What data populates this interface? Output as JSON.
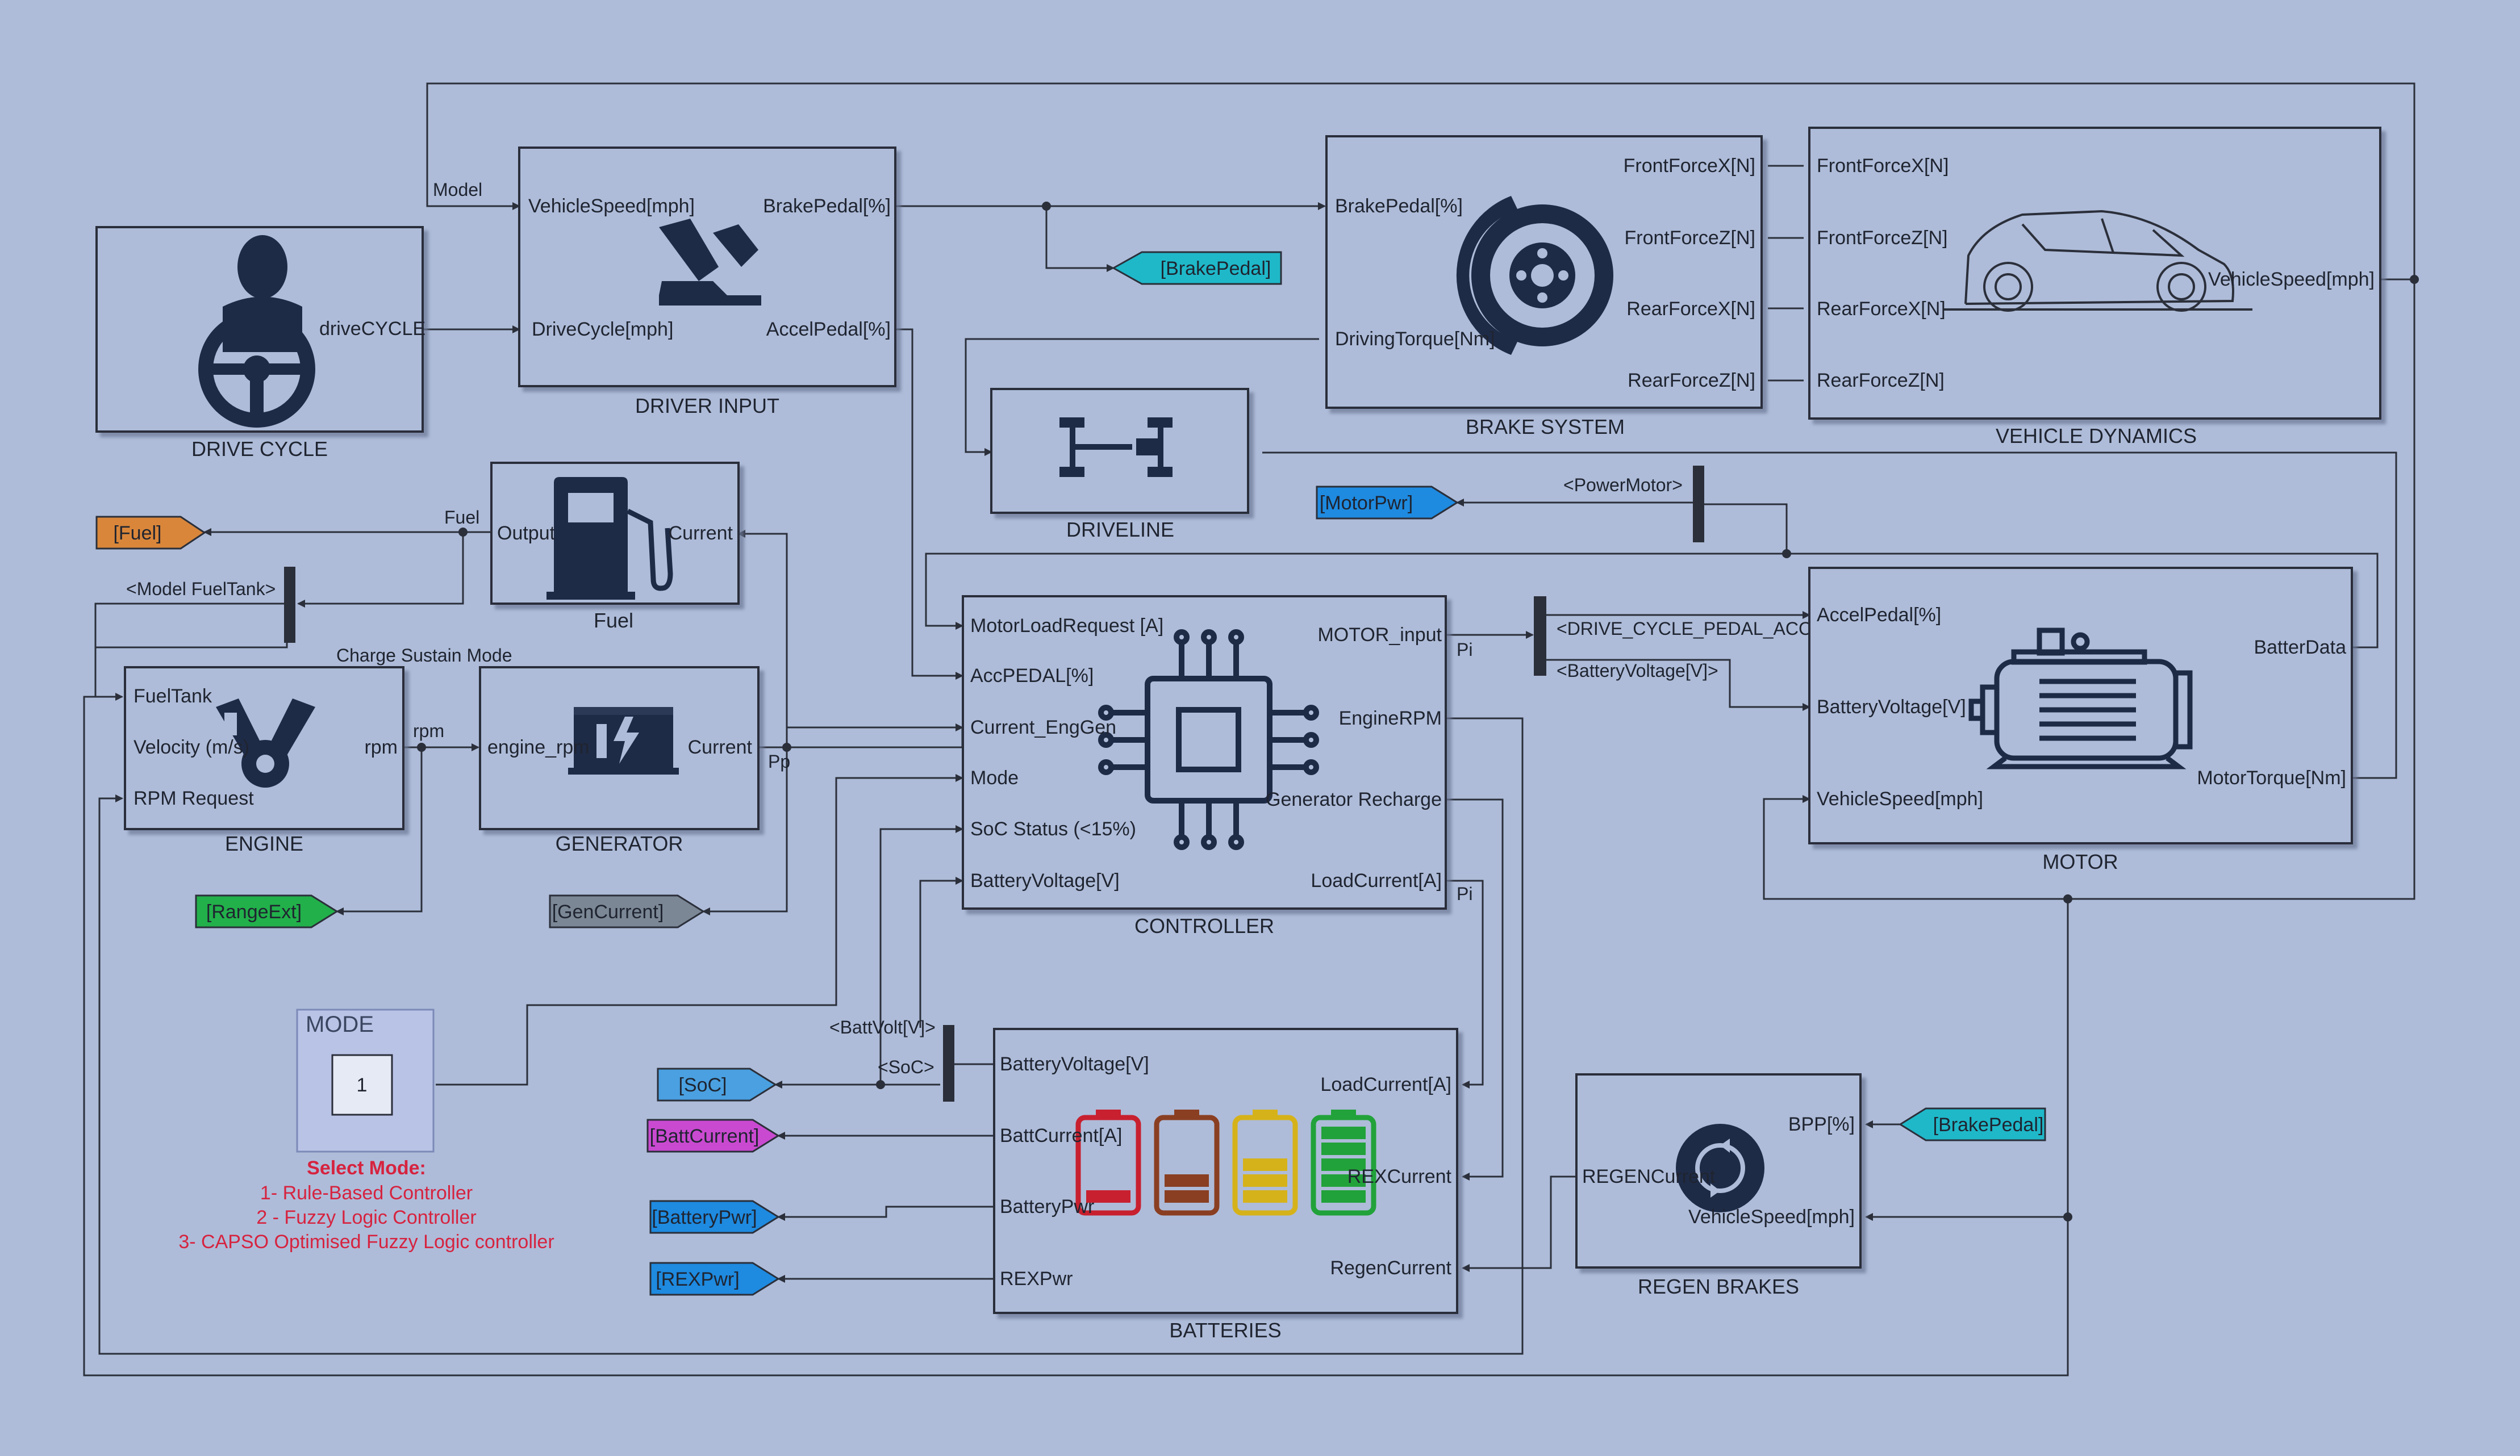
{
  "blocks": {
    "drive_cycle": {
      "name": "DRIVE CYCLE",
      "out": "driveCYCLE"
    },
    "driver_input": {
      "name": "DRIVER INPUT",
      "in1": "VehicleSpeed[mph]",
      "in2": "DriveCycle[mph]",
      "out1": "BrakePedal[%]",
      "out2": "AccelPedal[%]"
    },
    "brake_system": {
      "name": "BRAKE SYSTEM",
      "in1": "BrakePedal[%]",
      "in2": "DrivingTorque[Nm]",
      "out1": "FrontForceX[N]",
      "out2": "FrontForceZ[N]",
      "out3": "RearForceX[N]",
      "out4": "RearForceZ[N]"
    },
    "vehicle_dynamics": {
      "name": "VEHICLE DYNAMICS",
      "in1": "FrontForceX[N]",
      "in2": "FrontForceZ[N]",
      "in3": "RearForceX[N]",
      "in4": "RearForceZ[N]",
      "out": "VehicleSpeed[mph]"
    },
    "driveline": {
      "name": "DRIVELINE"
    },
    "fuel": {
      "name": "Fuel",
      "out": "Output",
      "in": "Current"
    },
    "engine": {
      "name": "ENGINE",
      "in1": "FuelTank",
      "in2": "Velocity (m/s)",
      "in3": "RPM Request",
      "out": "rpm"
    },
    "generator": {
      "name": "GENERATOR",
      "in": "engine_rpm",
      "out": "Current"
    },
    "controller": {
      "name": "CONTROLLER",
      "in1": "MotorLoadRequest [A]",
      "in2": "AccPEDAL[%]",
      "in3": "Current_EngGen",
      "in4": "Mode",
      "in5": "SoC Status (<15%)",
      "in6": "BatteryVoltage[V]",
      "out1": "MOTOR_input",
      "out2": "EngineRPM",
      "out3": "Generator Recharge",
      "out4": "LoadCurrent[A]"
    },
    "motor": {
      "name": "MOTOR",
      "in1": "AccelPedal[%]",
      "in2": "BatteryVoltage[V]",
      "in3": "VehicleSpeed[mph]",
      "out1": "BatterData",
      "out2": "MotorTorque[Nm]"
    },
    "batteries": {
      "name": "BATTERIES",
      "in1": "BatteryVoltage[V]",
      "in2": "LoadCurrent[A]",
      "in3": "REXCurrent",
      "in4": "RegenCurrent",
      "out1": "BattCurrent[A]",
      "out2": "BatteryPwr",
      "out3": "REXPwr"
    },
    "regen": {
      "name": "REGEN BRAKES",
      "in1": "BPP[%]",
      "in2": "VehicleSpeed[mph]",
      "out": "REGENCurrent"
    },
    "mode": {
      "title": "MODE",
      "value": "1"
    }
  },
  "signals": {
    "model": "Model",
    "fuel": "Fuel",
    "model_fueltank": "<Model FuelTank>",
    "charge_sustain": "Charge Sustain Mode",
    "rpm": "rpm",
    "pp": "Pp",
    "pi1": "Pi",
    "pi2": "Pi",
    "power_motor": "<PowerMotor>",
    "drive_cycle_pedal": "<DRIVE_CYCLE_PEDAL_ACC (%)>",
    "battery_voltage": "<BatteryVoltage[V]>",
    "batt_volt": "<BattVolt[V]>",
    "soc": "<SoC>"
  },
  "tags": {
    "brake_pedal_1": {
      "label": "[BrakePedal]",
      "color": "#1fb8c9"
    },
    "fuel": {
      "label": "[Fuel]",
      "color": "#d9863a"
    },
    "range_ext": {
      "label": "[RangeExt]",
      "color": "#22b04a"
    },
    "gen_current": {
      "label": "[GenCurrent]",
      "color": "#7b8795"
    },
    "motor_pwr": {
      "label": "[MotorPwr]",
      "color": "#1e8ae0"
    },
    "soc": {
      "label": "[SoC]",
      "color": "#4aa0e0"
    },
    "batt_current": {
      "label": "[BattCurrent]",
      "color": "#c94ad0"
    },
    "battery_pwr": {
      "label": "[BatteryPwr]",
      "color": "#1e8ae0"
    },
    "rex_pwr": {
      "label": "[REXPwr]",
      "color": "#1e8ae0"
    },
    "brake_pedal_2": {
      "label": "[BrakePedal]",
      "color": "#1fb8c9"
    }
  },
  "notes": {
    "select_title": "Select Mode:",
    "opt1": "1- Rule-Based Controller",
    "opt2": "2 - Fuzzy Logic Controller",
    "opt3": "3- CAPSO Optimised Fuzzy Logic controller"
  },
  "battery_colors": [
    "#c8202f",
    "#8a3f22",
    "#d6b21a",
    "#22a23a"
  ],
  "battery_fill_fraction": [
    0.2,
    0.4,
    0.6,
    1.0
  ]
}
